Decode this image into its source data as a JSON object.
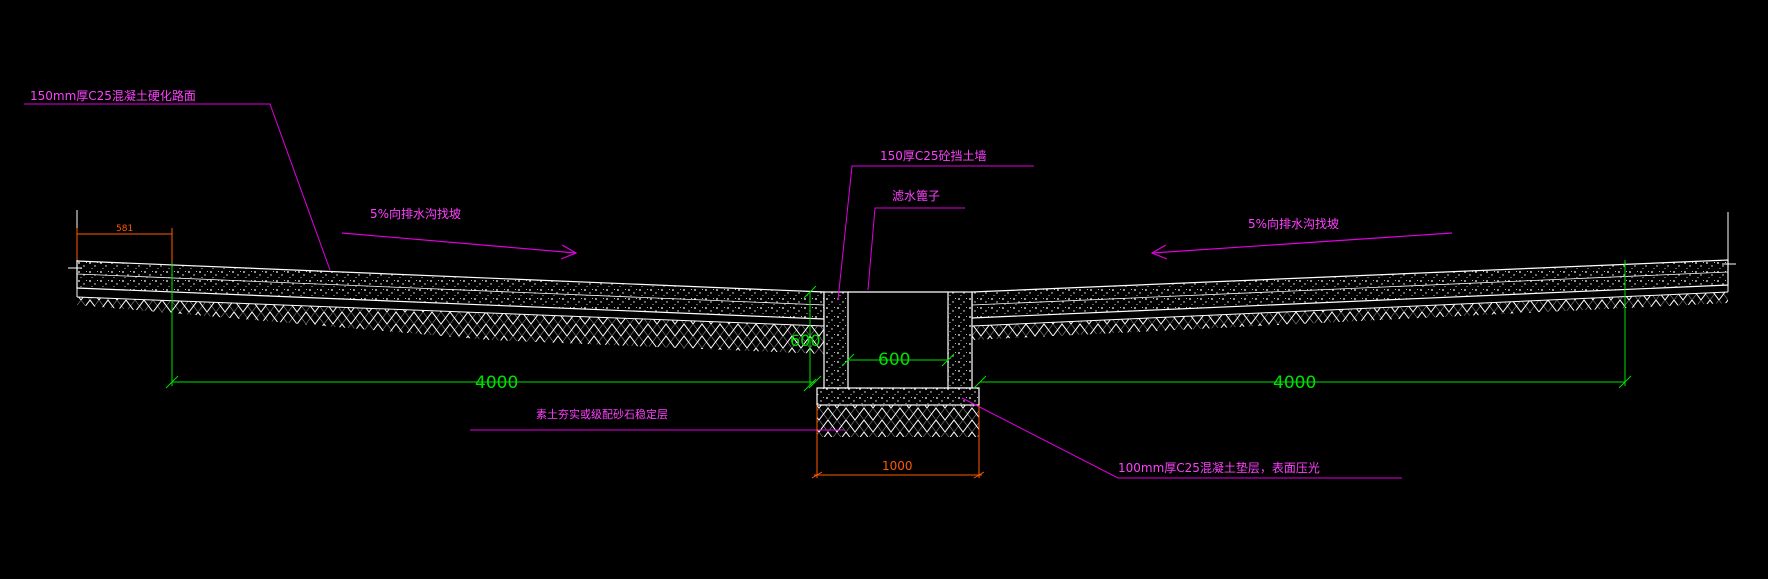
{
  "colors": {
    "background": "#000000",
    "structure": "#ffffff",
    "leader": "#e000e0",
    "label": "#ff40ff",
    "dimension": "#00e000",
    "dimension_small": "#ff5a00"
  },
  "annotations": {
    "pavement": "150mm厚C25混凝土硬化路面",
    "slope_left": "5%向排水沟找坡",
    "retaining_wall": "150厚C25砼挡土墙",
    "drain_cover": "滤水篦子",
    "slope_right": "5%向排水沟找坡",
    "subgrade": "素土夯实或级配砂石稳定层",
    "base_slab": "100mm厚C25混凝土垫层，表面压光"
  },
  "dimensions": {
    "left_width": "4000",
    "right_width": "4000",
    "depth": "600",
    "channel_width": "600",
    "base_width": "1000",
    "edge_width": "581"
  }
}
